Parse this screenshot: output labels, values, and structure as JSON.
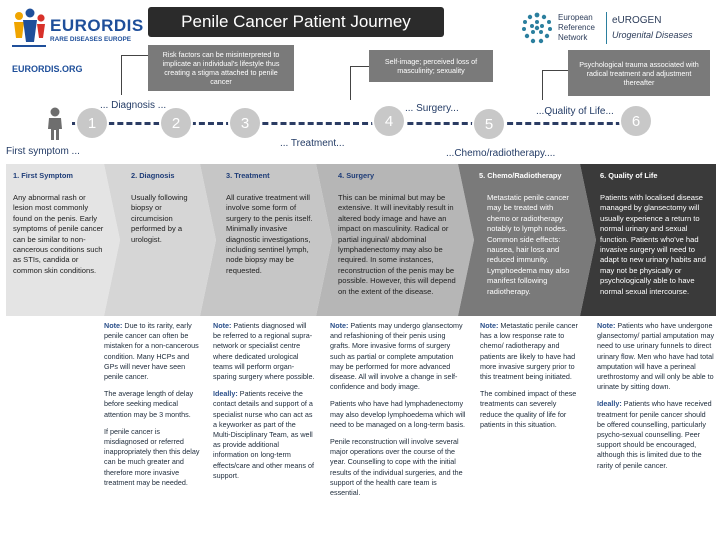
{
  "header": {
    "title": "Penile Cancer Patient Journey",
    "eurordis": {
      "name": "EURORDIS",
      "tagline": "RARE DISEASES EUROPE",
      "url": "EURORDIS.ORG"
    },
    "ern": {
      "line1": "European",
      "line2": "Reference",
      "line3": "Network",
      "name": "eUROGEN",
      "sub": "Urogenital Diseases"
    }
  },
  "top_notes": [
    "Risk factors can be misinterpreted to implicate an individual's lifestyle thus creating a stigma attached to penile cancer",
    "Self-image; perceived loss of masculinity; sexuality",
    "Psychological trauma associated with radical treatment and adjustment thereafter"
  ],
  "timeline": {
    "first_symptom": "First symptom ...",
    "diagnosis": "... Diagnosis ...",
    "treatment": "... Treatment...",
    "surgery": "... Surgery...",
    "chemo": "...Chemo/radiotherapy....",
    "quality": "...Quality of Life...",
    "steps": [
      "1",
      "2",
      "3",
      "4",
      "5",
      "6"
    ]
  },
  "stages": [
    {
      "title": "1.   First Symptom",
      "body": "Any abnormal rash or lesion most commonly found on the penis. Early symptoms of penile cancer can be similar to non-cancerous conditions such as STIs, candida or common skin conditions."
    },
    {
      "title": "2. Diagnosis",
      "body": "Usually following biopsy or circumcision performed by a urologist."
    },
    {
      "title": "3. Treatment",
      "body": "All curative treatment will involve some form of surgery to the penis itself. Minimally invasive diagnostic investigations, including sentinel lymph, node biopsy may be requested."
    },
    {
      "title": "4. Surgery",
      "body": "This can be minimal but may be extensive. It will inevitably result in altered body image and have an impact on masculinity. Radical or partial inguinal/ abdominal lymphadenectomy may also be required. In some instances, reconstruction of the penis may be possible. However, this will depend on the extent of the disease."
    },
    {
      "title": "5. Chemo/Radiotherapy",
      "body": "Metastatic penile cancer may be treated with chemo or radiotherapy notably to lymph nodes. Common side effects: nausea, hair loss and reduced immunity. Lymphoedema may also manifest following radiotherapy."
    },
    {
      "title": "6. Quality of Life",
      "body": "Patients with localised disease managed by glansectomy will usually experience a return to normal urinary and sexual function. Patients who've had invasive surgery will need to adapt to new urinary habits and may not be physically or psychologically able to have normal sexual intercourse."
    }
  ],
  "notes": {
    "col2": {
      "lead": "Note:",
      "p1": " Due to its rarity, early penile cancer can often be mistaken for a non-cancerous condition. Many HCPs and GPs will never have seen penile cancer.",
      "p2": "The average length of delay  before seeking medical attention may be 3 months.",
      "p3": "If penile cancer is misdiagnosed or referred inappropriately then this delay can be much greater and therefore more invasive treatment may be needed."
    },
    "col3": {
      "lead": "Note:",
      "p1": " Patients diagnosed will be referred to a regional supra-network or specialist centre where dedicated urological teams will perform organ-sparing surgery where possible.",
      "lead2": "Ideally:",
      "p2": " Patients receive the contact details and support of a specialist nurse who can act as a keyworker as part of the Multi-Disciplinary Team, as well as provide additional information on long-term effects/care and other means of support."
    },
    "col4": {
      "lead": "Note:",
      "p1": " Patients  may undergo glansectomy and refashioning of their penis using grafts. More invasive forms of surgery such as partial or complete amputation may be performed for more advanced disease. All will involve a change in self-confidence and body image.",
      "p2": "Patients who have had lymphadenectomy may also develop lymphoedema which will need to be managed on a long-term basis.",
      "p3": "Penile reconstruction will involve several major operations over the course of the year. Counselling to cope with the initial results of the individual surgeries, and the support of the health care team is essential."
    },
    "col5": {
      "lead": "Note:",
      "p1": " Metastatic penile cancer has a low response rate to chemo/ radiotherapy and patients are likely to have had more invasive surgery prior to this treatment being initiated.",
      "p2": "The combined impact of these treatments can severely reduce the quality of life for patients in this situation."
    },
    "col6": {
      "lead": "Note:",
      "p1": " Patients who have undergone glansectomy/ partial amputation may need to use urinary funnels to direct urinary flow. Men who have had total amputation will have a perineal urethrostomy and will only be able to urinate by sitting down.",
      "lead2": "Ideally:",
      "p2": " Patients who have received treatment for penile cancer should be offered counselling, particularly psycho-sexual counselling. Peer support should be encouraged, although this is limited due to the rarity of penile cancer."
    }
  },
  "colors": {
    "dark": "#2b2b2b",
    "navy": "#2b3c63",
    "note_gray": "#7a7a7a",
    "eurordis_blue": "#1f4f9a",
    "ern_teal": "#2b7f9e"
  }
}
